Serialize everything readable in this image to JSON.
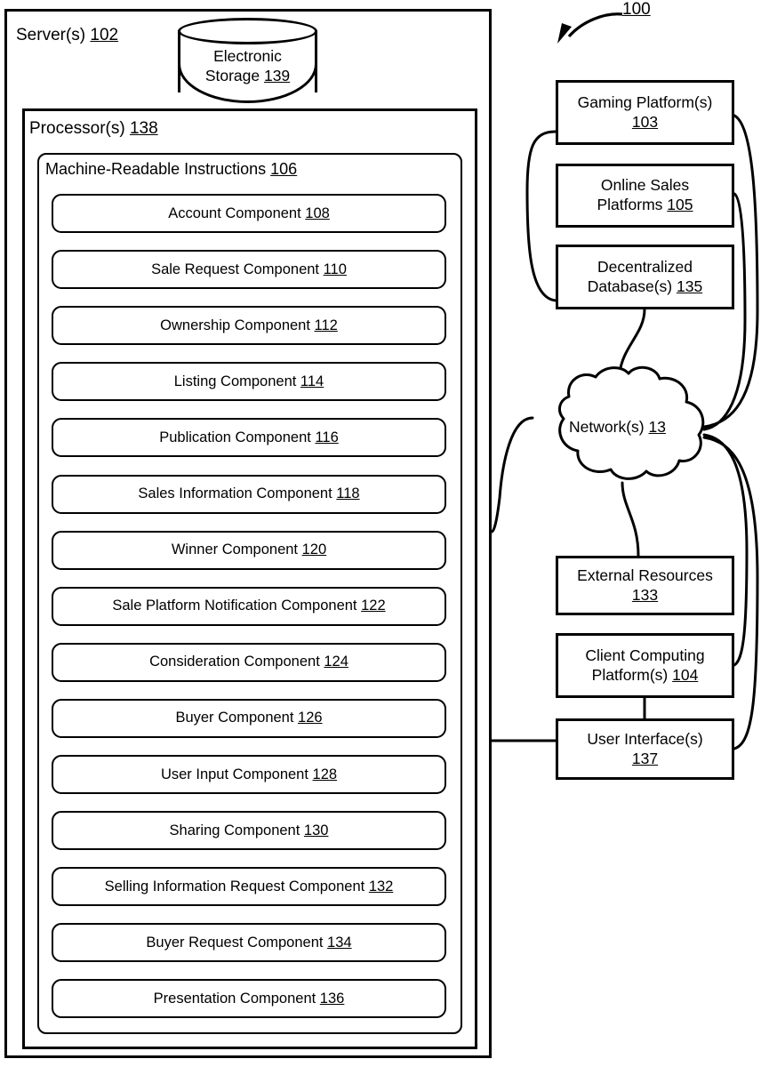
{
  "figure": {
    "reference_numeral": "100",
    "reference_numeral_arrow_icon": "curved-arrow-icon"
  },
  "server": {
    "label_text": "Server(s)",
    "label_num": "102",
    "storage": {
      "line1": "Electronic",
      "line2": "Storage",
      "num": "139",
      "icon": "cylinder-database-icon"
    },
    "processor": {
      "label_text": "Processor(s)",
      "label_num": "138"
    },
    "machine_readable_instructions": {
      "label_text": "Machine-Readable Instructions",
      "label_num": "106",
      "components": [
        {
          "label": "Account Component",
          "num": "108"
        },
        {
          "label": "Sale Request Component",
          "num": "110"
        },
        {
          "label": "Ownership Component",
          "num": "112"
        },
        {
          "label": "Listing Component",
          "num": "114"
        },
        {
          "label": "Publication Component",
          "num": "116"
        },
        {
          "label": "Sales Information Component",
          "num": "118"
        },
        {
          "label": "Winner Component",
          "num": "120"
        },
        {
          "label": "Sale Platform Notification Component",
          "num": "122"
        },
        {
          "label": "Consideration Component",
          "num": "124"
        },
        {
          "label": "Buyer Component",
          "num": "126"
        },
        {
          "label": "User Input Component",
          "num": "128"
        },
        {
          "label": "Sharing Component",
          "num": "130"
        },
        {
          "label": "Selling Information Request Component",
          "num": "132"
        },
        {
          "label": "Buyer Request Component",
          "num": "134"
        },
        {
          "label": "Presentation Component",
          "num": "136"
        }
      ]
    }
  },
  "right_column": {
    "gaming_platform": {
      "line1": "Gaming Platform(s)",
      "num": "103"
    },
    "online_sales": {
      "line1": "Online Sales",
      "line2": "Platforms",
      "num": "105"
    },
    "decentralized_database": {
      "line1": "Decentralized",
      "line2": "Database(s)",
      "num": "135"
    },
    "external_resources": {
      "line1": "External Resources",
      "num": "133"
    },
    "client_computing": {
      "line1": "Client Computing",
      "line2": "Platform(s)",
      "num": "104"
    },
    "user_interface": {
      "line1": "User Interface(s)",
      "num": "137"
    }
  },
  "network": {
    "label_text": "Network(s)",
    "num": "13",
    "icon": "cloud-icon"
  },
  "colors": {
    "line": "#000000",
    "background": "#ffffff"
  }
}
